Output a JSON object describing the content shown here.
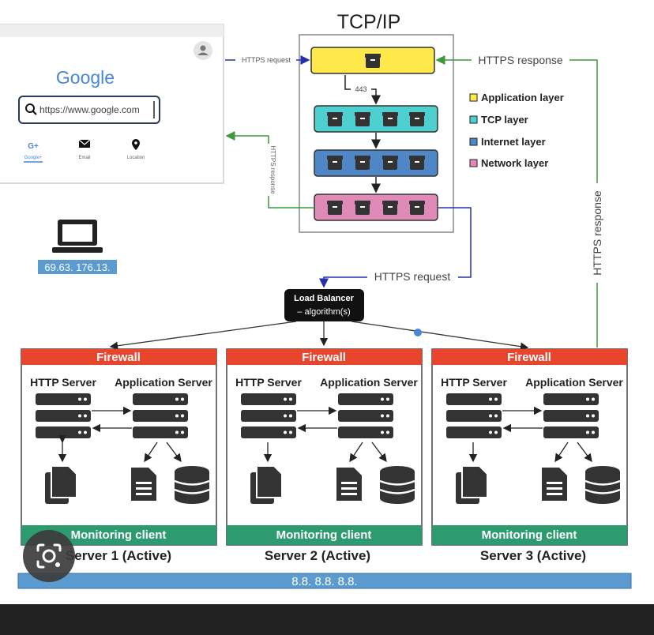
{
  "title": "TCP/IP",
  "browser": {
    "logo": "Google",
    "url": "https://www.google.com",
    "shortcuts": [
      {
        "label": "Google+",
        "icon": "google-plus-icon"
      },
      {
        "label": "Email",
        "icon": "mail-icon"
      },
      {
        "label": "Location",
        "icon": "location-pin-icon"
      }
    ]
  },
  "client_ip": "69.63. 176.13.",
  "port": "443",
  "labels": {
    "https_request_top": "HTTPS request",
    "https_response_top": "HTTPS response",
    "https_response_vertical": "HTTPS response",
    "https_response_left": "HTTPS response",
    "https_request_lb": "HTTPS request"
  },
  "legend": [
    {
      "label": "Application layer",
      "color": "#ffe84a"
    },
    {
      "label": "TCP layer",
      "color": "#4fd0d0"
    },
    {
      "label": "Internet layer",
      "color": "#4f86c6"
    },
    {
      "label": "Network layer",
      "color": "#e08ab8"
    }
  ],
  "load_balancer": {
    "line1": "Load Balancer",
    "line2": "– algorithm(s)"
  },
  "servers": [
    {
      "firewall": "Firewall",
      "http": "HTTP Server",
      "app": "Application Server",
      "monitor": "Monitoring client",
      "name": "Server 1 (Active)"
    },
    {
      "firewall": "Firewall",
      "http": "HTTP Server",
      "app": "Application Server",
      "monitor": "Monitoring client",
      "name": "Server 2 (Active)"
    },
    {
      "firewall": "Firewall",
      "http": "HTTP Server",
      "app": "Application Server",
      "monitor": "Monitoring client",
      "name": "Server 3 (Active)"
    }
  ],
  "dns_ip": "8.8. 8.8. 8.8.",
  "colors": {
    "firewall": "#e8452c",
    "monitor": "#2e9a70",
    "green_line": "#3a9a3a",
    "blue_line": "#2233aa",
    "ip_bar": "#5b9bd0"
  }
}
